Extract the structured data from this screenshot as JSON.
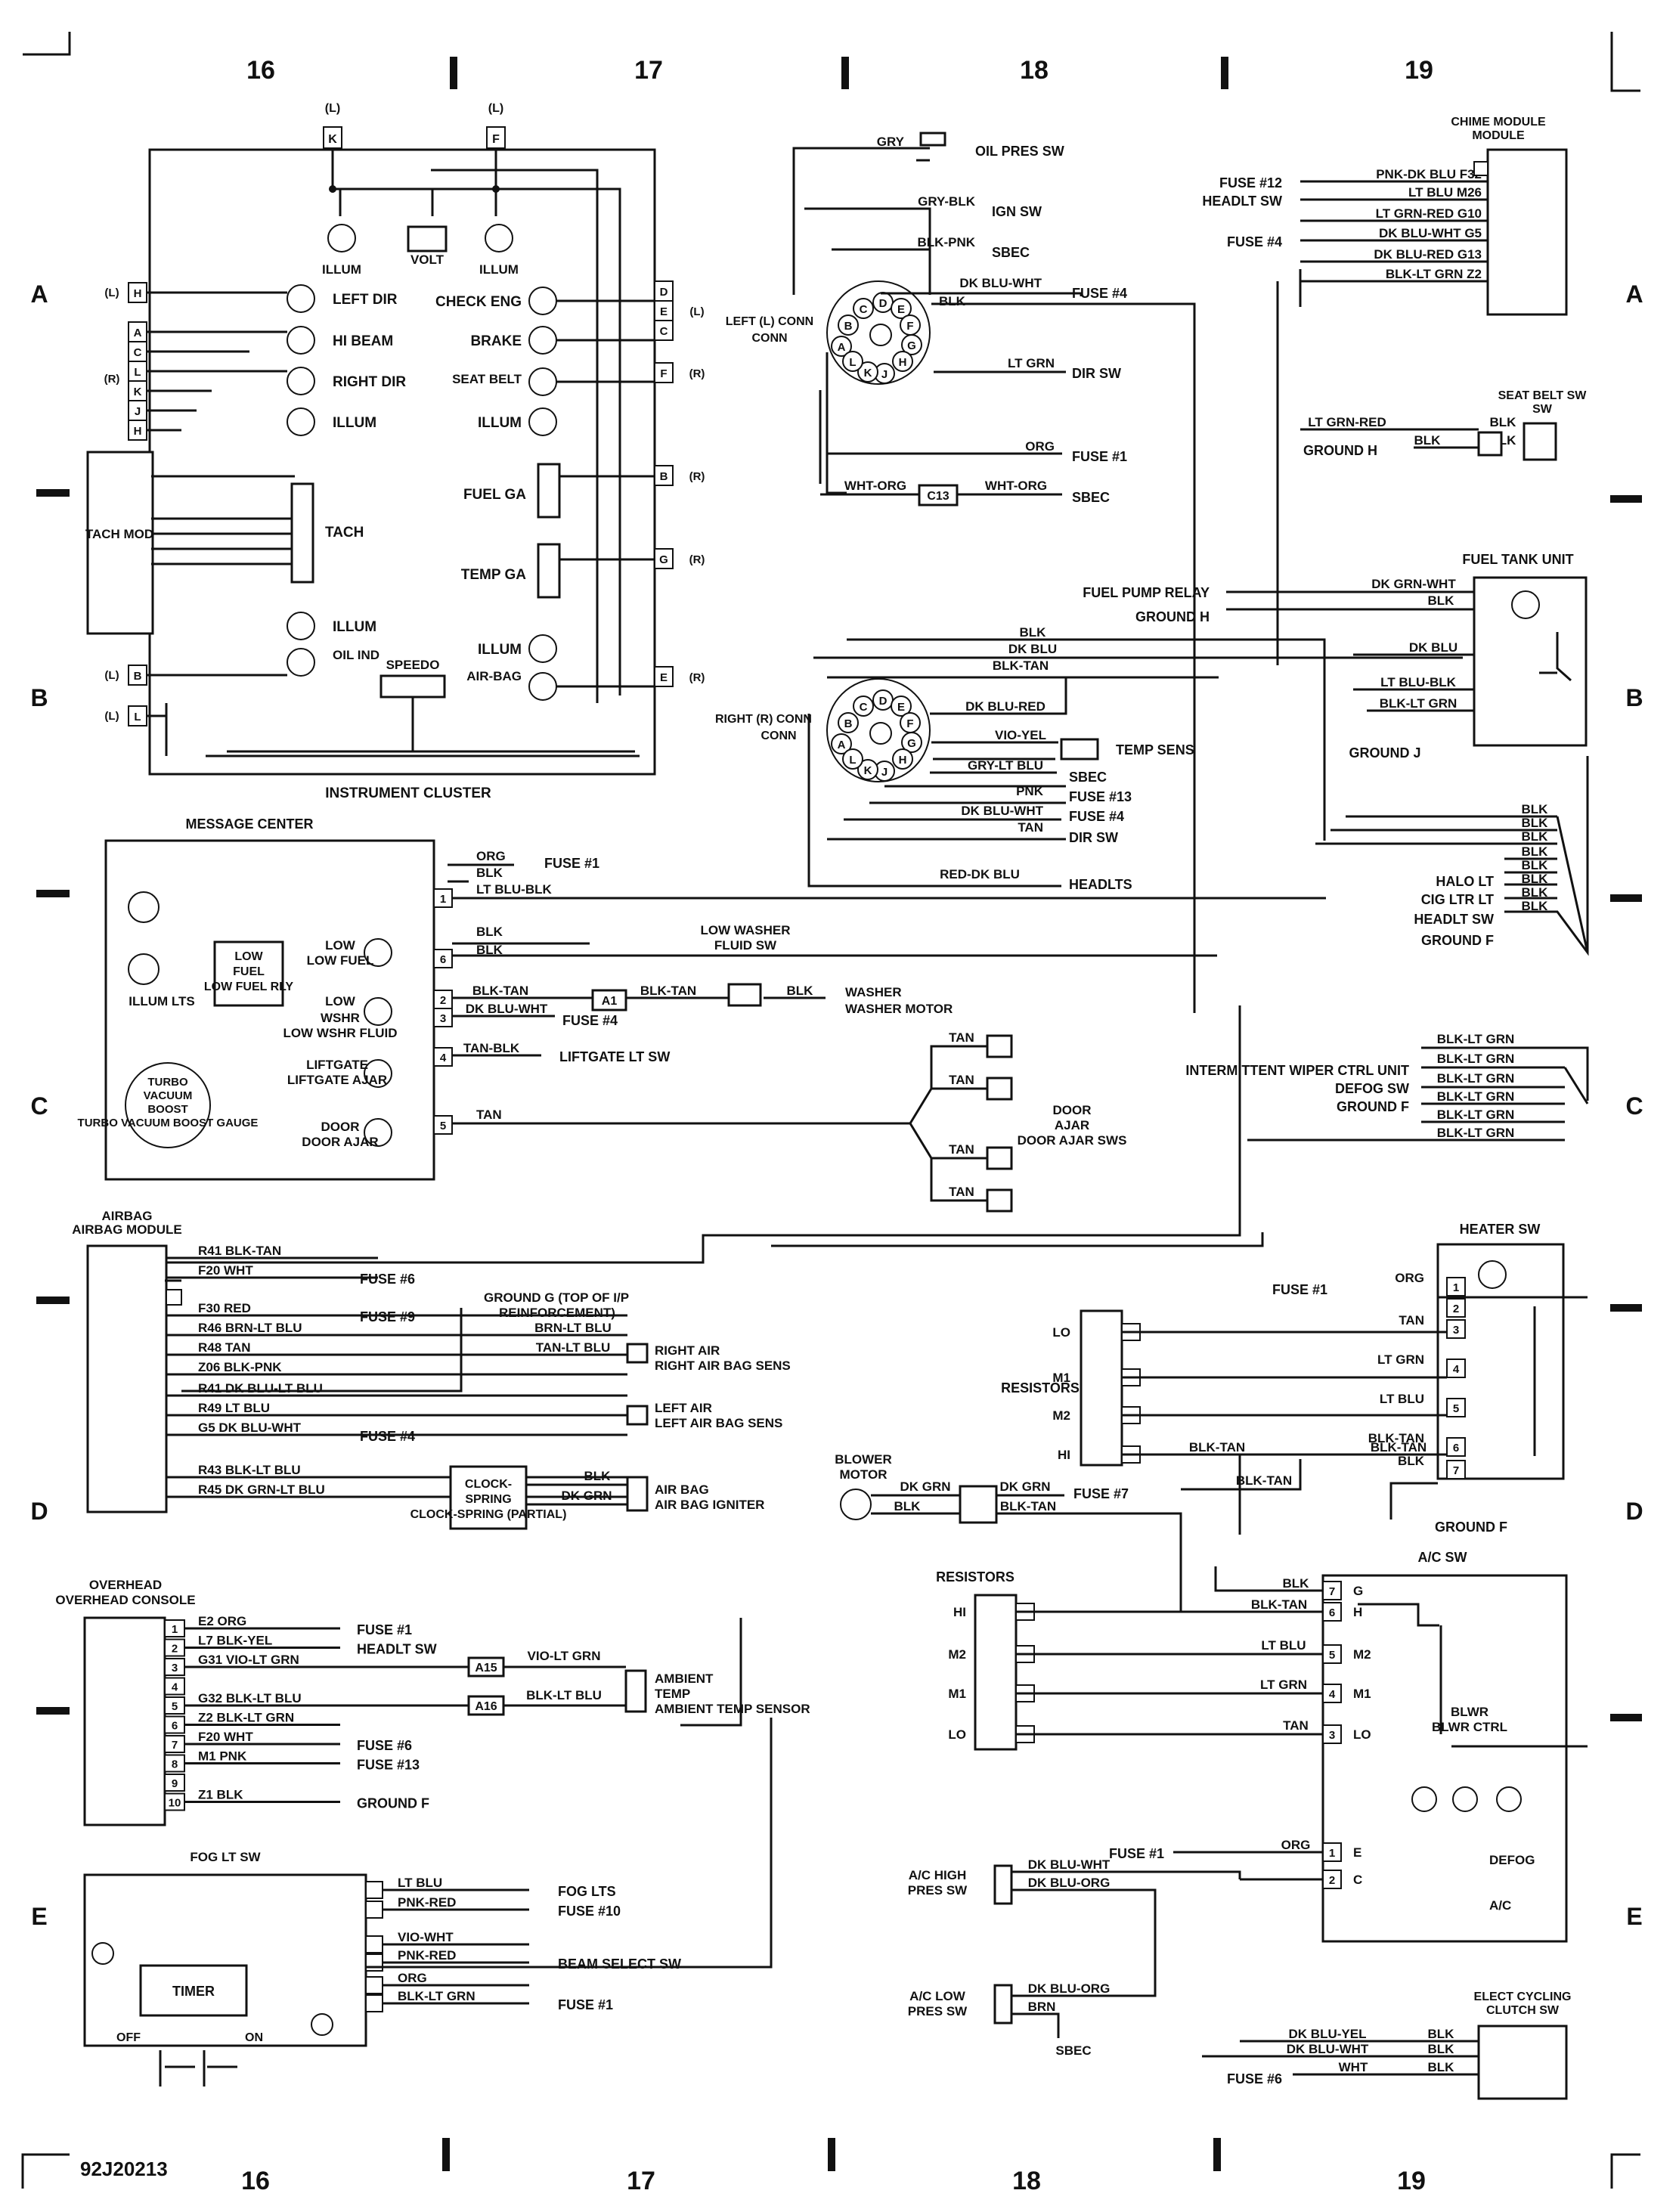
{
  "sheet": {
    "columns": [
      "16",
      "17",
      "18",
      "19"
    ],
    "rows": [
      "A",
      "B",
      "C",
      "D",
      "E"
    ],
    "drawing_number": "92J20213"
  },
  "instrument_cluster": {
    "title": "INSTRUMENT CLUSTER",
    "top_pins": [
      {
        "pin": "K",
        "side": "(L)"
      },
      {
        "pin": "F",
        "side": "(L)"
      }
    ],
    "lamps": [
      "ILLUM",
      "VOLT",
      "ILLUM",
      "LEFT DIR",
      "HI BEAM",
      "RIGHT DIR",
      "ILLUM",
      "CHECK ENG",
      "BRAKE",
      "SEAT BELT",
      "ILLUM",
      "FUEL GA",
      "TEMP GA",
      "ILLUM",
      "ILLUM",
      "OIL IND",
      "AIR-BAG",
      "SPEEDO",
      "TACH",
      "TACH MOD"
    ],
    "left_pins": [
      "H",
      "A",
      "C",
      "L",
      "K",
      "J",
      "H",
      "B",
      "L"
    ],
    "right_pins": [
      "D",
      "E",
      "C",
      "F",
      "B",
      "G",
      "E"
    ],
    "side_marks": [
      "(L)",
      "(R)",
      "(L)",
      "(R)",
      "(R)",
      "(R)",
      "(R)",
      "(L)",
      "(L)"
    ]
  },
  "connectors": {
    "left_title": "LEFT (L) CONN",
    "right_title": "RIGHT (R) CONN",
    "pins": [
      "A",
      "B",
      "C",
      "D",
      "E",
      "F",
      "G",
      "H",
      "J",
      "K",
      "L"
    ],
    "left_wires": [
      {
        "color": "GRY",
        "dest": "OIL PRES SW"
      },
      {
        "color": "GRY-BLK",
        "dest": "IGN SW"
      },
      {
        "color": "BLK-PNK",
        "dest": "SBEC"
      },
      {
        "color": "DK BLU-WHT",
        "dest": "FUSE #4"
      },
      {
        "color": "BLK",
        "dest": ""
      },
      {
        "color": "LT GRN",
        "dest": "DIR SW"
      },
      {
        "color": "ORG",
        "dest": "FUSE #1"
      },
      {
        "color": "WHT-ORG",
        "dest": "C13"
      },
      {
        "color": "WHT-ORG",
        "dest": "SBEC"
      }
    ],
    "right_wires": [
      {
        "color": "BLK",
        "dest": ""
      },
      {
        "color": "DK BLU",
        "dest": ""
      },
      {
        "color": "BLK-TAN",
        "dest": ""
      },
      {
        "color": "DK BLU-RED",
        "dest": ""
      },
      {
        "color": "VIO-YEL",
        "dest": "TEMP SENS"
      },
      {
        "color": "GRY-LT BLU",
        "dest": "SBEC"
      },
      {
        "color": "PNK",
        "dest": "FUSE #13"
      },
      {
        "color": "DK BLU-WHT",
        "dest": "FUSE #4"
      },
      {
        "color": "TAN",
        "dest": "DIR SW"
      },
      {
        "color": "RED-DK BLU",
        "dest": "HEADLTS"
      }
    ]
  },
  "chime": {
    "title": "CHIME MODULE",
    "wires": [
      {
        "from": "FUSE #12",
        "color": "PNK-DK BLU F32"
      },
      {
        "from": "HEADLT SW",
        "color": "LT BLU M26"
      },
      {
        "from": "",
        "color": "LT GRN-RED G10"
      },
      {
        "from": "FUSE #4",
        "color": "DK BLU-WHT G5"
      },
      {
        "from": "",
        "color": "DK BLU-RED G13"
      },
      {
        "from": "",
        "color": "BLK-LT GRN Z2"
      }
    ],
    "seat_belt_sw": "SEAT BELT SW",
    "seat_belt_wires": [
      "LT GRN-RED",
      "BLK",
      "BLK",
      "BLK"
    ],
    "ground": "GROUND H"
  },
  "fuel_tank": {
    "title": "FUEL TANK UNIT",
    "sources": [
      "FUEL PUMP RELAY",
      "GROUND H"
    ],
    "wires": [
      "DK GRN-WHT",
      "BLK",
      "DK BLU",
      "LT BLU-BLK",
      "BLK-LT GRN"
    ],
    "ground": "GROUND J"
  },
  "halo": {
    "wires": [
      "BLK",
      "BLK",
      "BLK",
      "BLK",
      "BLK",
      "BLK",
      "BLK",
      "BLK"
    ],
    "labels": [
      "HALO LT",
      "CIG LTR LT",
      "HEADLT SW",
      "GROUND F"
    ]
  },
  "wiper": {
    "wires": [
      "BLK-LT GRN",
      "BLK-LT GRN",
      "BLK-LT GRN",
      "BLK-LT GRN",
      "BLK-LT GRN",
      "BLK-LT GRN"
    ],
    "labels": [
      "INTERMITTENT WIPER CTRL UNIT",
      "DEFOG SW",
      "GROUND F"
    ]
  },
  "message_center": {
    "title": "MESSAGE CENTER",
    "items": [
      "ILLUM LTS",
      "LOW FUEL RLY",
      "LOW FUEL",
      "LOW WSHR FLUID",
      "LIFTGATE AJAR",
      "DOOR AJAR",
      "TURBO VACUUM BOOST GAUGE"
    ],
    "wires": [
      {
        "color": "ORG",
        "dest": "FUSE #1"
      },
      {
        "color": "BLK",
        "dest": ""
      },
      {
        "color": "LT BLU-BLK",
        "dest": ""
      },
      {
        "color": "BLK",
        "dest": ""
      },
      {
        "color": "BLK",
        "dest": ""
      },
      {
        "color": "BLK-TAN",
        "dest": "A1"
      },
      {
        "color": "DK BLU-WHT",
        "dest": "FUSE #4"
      },
      {
        "color": "TAN-BLK",
        "dest": "LIFTGATE LT SW"
      },
      {
        "color": "TAN",
        "dest": ""
      }
    ],
    "pins": [
      "1",
      "6",
      "2",
      "3",
      "4",
      "5"
    ],
    "washer": {
      "switch": "LOW WASHER FLUID SW",
      "motor": "WASHER MOTOR",
      "wires": [
        "BLK-TAN",
        "BLK"
      ]
    },
    "door_sws": {
      "label": "DOOR AJAR SWS",
      "wires": [
        "TAN",
        "TAN",
        "TAN",
        "TAN"
      ]
    }
  },
  "airbag": {
    "title": "AIRBAG MODULE",
    "wires": [
      {
        "color": "R41 BLK-TAN",
        "dest": ""
      },
      {
        "color": "F20 WHT",
        "dest": "FUSE #6"
      },
      {
        "color": "F30 RED",
        "dest": "FUSE #9"
      },
      {
        "color": "R46 BRN-LT BLU",
        "dest": ""
      },
      {
        "color": "R48 TAN",
        "dest": ""
      },
      {
        "color": "Z06 BLK-PNK",
        "dest": ""
      },
      {
        "color": "R41 DK BLU-LT BLU",
        "dest": ""
      },
      {
        "color": "R49 LT BLU",
        "dest": ""
      },
      {
        "color": "G5 DK BLU-WHT",
        "dest": "FUSE #4"
      },
      {
        "color": "R43 BLK-LT BLU",
        "dest": ""
      },
      {
        "color": "R45 DK GRN-LT BLU",
        "dest": ""
      }
    ],
    "ground": "GROUND G (TOP OF I/P REINFORCEMENT)",
    "right_sens": {
      "label": "RIGHT AIR BAG SENS",
      "wires": [
        "BRN-LT BLU",
        "TAN-LT BLU"
      ]
    },
    "left_sens": "LEFT AIR BAG SENS",
    "clockspring": "CLOCK-SPRING (PARTIAL)",
    "igniter": {
      "label": "AIR BAG IGNITER",
      "wires": [
        "BLK",
        "DK GRN"
      ]
    }
  },
  "overhead": {
    "title": "OVERHEAD CONSOLE",
    "wires": [
      {
        "pin": "1",
        "color": "E2 ORG",
        "dest": "FUSE #1"
      },
      {
        "pin": "2",
        "color": "L7 BLK-YEL",
        "dest": "HEADLT SW"
      },
      {
        "pin": "3",
        "color": "G31 VIO-LT GRN",
        "dest": "A15"
      },
      {
        "pin": "4",
        "color": "",
        "dest": ""
      },
      {
        "pin": "5",
        "color": "G32 BLK-LT BLU",
        "dest": "A16"
      },
      {
        "pin": "6",
        "color": "Z2 BLK-LT GRN",
        "dest": ""
      },
      {
        "pin": "7",
        "color": "F20 WHT",
        "dest": "FUSE #6"
      },
      {
        "pin": "8",
        "color": "M1 PNK",
        "dest": "FUSE #13"
      },
      {
        "pin": "9",
        "color": "",
        "dest": ""
      },
      {
        "pin": "10",
        "color": "Z1 BLK",
        "dest": "GROUND F"
      }
    ],
    "ambient": {
      "label": "AMBIENT TEMP SENSOR",
      "wires": [
        "VIO-LT GRN",
        "BLK-LT BLU"
      ]
    }
  },
  "fog": {
    "title": "FOG LT SW",
    "timer": "TIMER",
    "off": "OFF",
    "on": "ON",
    "wires": [
      {
        "color": "LT BLU",
        "dest": "FOG LTS"
      },
      {
        "color": "PNK-RED",
        "dest": "FUSE #10"
      },
      {
        "color": "VIO-WHT",
        "dest": ""
      },
      {
        "color": "PNK-RED",
        "dest": "BEAM SELECT SW"
      },
      {
        "color": "ORG",
        "dest": ""
      },
      {
        "color": "BLK-LT GRN",
        "dest": "FUSE #1"
      }
    ]
  },
  "heater": {
    "title": "HEATER SW",
    "resistors": "RESISTORS",
    "res_pins": [
      "LO",
      "M1",
      "M2",
      "HI"
    ],
    "wires": [
      {
        "pin": "1",
        "color": "ORG",
        "from": "FUSE #1"
      },
      {
        "pin": "2",
        "color": "",
        "from": ""
      },
      {
        "pin": "3",
        "color": "TAN",
        "from": ""
      },
      {
        "pin": "4",
        "color": "LT GRN",
        "from": ""
      },
      {
        "pin": "5",
        "color": "LT BLU",
        "from": ""
      },
      {
        "pin": "6",
        "color": "BLK-TAN",
        "from": ""
      },
      {
        "pin": "7",
        "color": "BLK",
        "from": ""
      }
    ],
    "blk_tan": [
      "BLK-TAN",
      "BLK-TAN"
    ],
    "ground": "GROUND F"
  },
  "blower": {
    "title": "BLOWER MOTOR",
    "wires": [
      "DK GRN",
      "BLK",
      "DK GRN",
      "BLK-TAN"
    ],
    "fuse": "FUSE #7",
    "blk_tan": "BLK-TAN"
  },
  "ac": {
    "title": "A/C SW",
    "resistors": "RESISTORS",
    "res_pins": [
      "HI",
      "M2",
      "M1",
      "LO"
    ],
    "pins": [
      "7",
      "6",
      "5",
      "4",
      "3",
      "1",
      "2"
    ],
    "positions": [
      "G",
      "H",
      "M2",
      "M1",
      "LO",
      "E",
      "C"
    ],
    "wires": [
      "BLK",
      "BLK-TAN",
      "LT BLU",
      "LT GRN",
      "TAN",
      "ORG"
    ],
    "blwr_ctrl": "BLWR CTRL",
    "defog": "DEFOG",
    "ac_label": "A/C",
    "fuse": "FUSE #1",
    "high_pres": {
      "label": "A/C HIGH PRES SW",
      "wires": [
        "DK BLU-WHT",
        "DK BLU-ORG"
      ]
    },
    "low_pres": {
      "label": "A/C LOW PRES SW",
      "wires": [
        "DK BLU-ORG",
        "BRN"
      ]
    },
    "sbec": "SBEC",
    "clutch": {
      "label": "ELECT CYCLING CLUTCH SW",
      "wires": [
        "DK BLU-YEL",
        "DK BLU-WHT",
        "WHT",
        "BLK",
        "BLK",
        "BLK"
      ]
    },
    "clutch_fuse": "FUSE #6"
  }
}
